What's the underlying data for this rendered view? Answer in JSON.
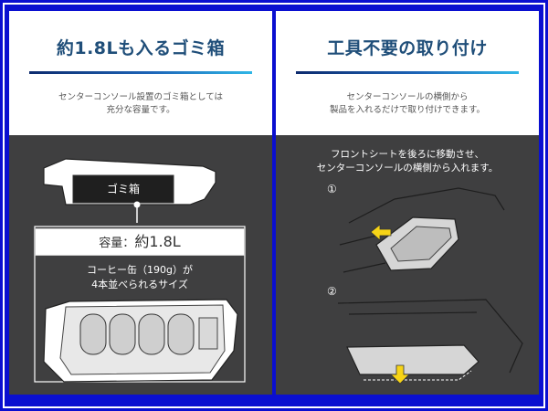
{
  "left": {
    "heading": "約1.8Lも入るゴミ箱",
    "desc_line1": "センターコンソール設置のゴミ箱としては",
    "desc_line2": "充分な容量です。",
    "diagram_label": "ゴミ箱",
    "capacity_prefix": "容量：",
    "capacity_value": "約1.8L",
    "can_line1": "コーヒー缶（190g）が",
    "can_line2": "4本並べられるサイズ"
  },
  "right": {
    "heading": "工具不要の取り付け",
    "desc_line1": "センターコンソールの横側から",
    "desc_line2": "製品を入れるだけで取り付けできます。",
    "step_line1": "フロントシートを後ろに移動させ、",
    "step_line2": "センターコンソールの横側から入れます。",
    "step1": "①",
    "step2": "②"
  },
  "colors": {
    "frame_blue": "#0a0fd0",
    "heading": "#1f4e79",
    "arrow_yellow": "#f7d417",
    "panel_dark": "#3f3f40"
  }
}
